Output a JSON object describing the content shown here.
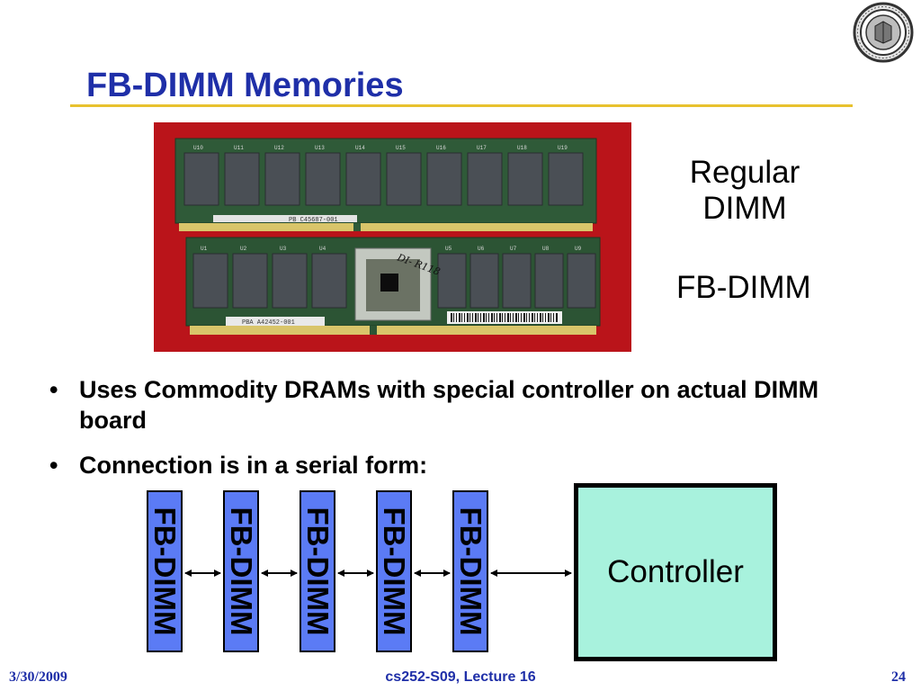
{
  "slide": {
    "title": "FB-DIMM Memories",
    "accent_color": "#e8c22e",
    "title_color": "#1f2fa8"
  },
  "photo": {
    "top_module_text": "PB C45687-001",
    "bottom_module_text": "PBA A42452-001",
    "handwriting": "DI- R118",
    "chip_labels_top": [
      "U10",
      "U11",
      "U12",
      "U13",
      "U14",
      "U15",
      "U16",
      "U17",
      "U18",
      "U19"
    ],
    "chip_labels_bottom": [
      "U1",
      "U2",
      "U3",
      "U4",
      "U5",
      "U6",
      "U7",
      "U8",
      "U9"
    ]
  },
  "labels": {
    "regular": "Regular DIMM",
    "fbdimm": "FB-DIMM"
  },
  "bullets": [
    "Uses Commodity DRAMs with special controller on actual DIMM board",
    "Connection is in a serial form:"
  ],
  "diagram": {
    "modules": [
      "FB-DIMM",
      "FB-DIMM",
      "FB-DIMM",
      "FB-DIMM",
      "FB-DIMM"
    ],
    "module_color": "#5b7bf5",
    "controller": "Controller",
    "controller_color": "#a8f2dd"
  },
  "footer": {
    "date": "3/30/2009",
    "course": "cs252-S09, Lecture 16",
    "page": "24"
  }
}
